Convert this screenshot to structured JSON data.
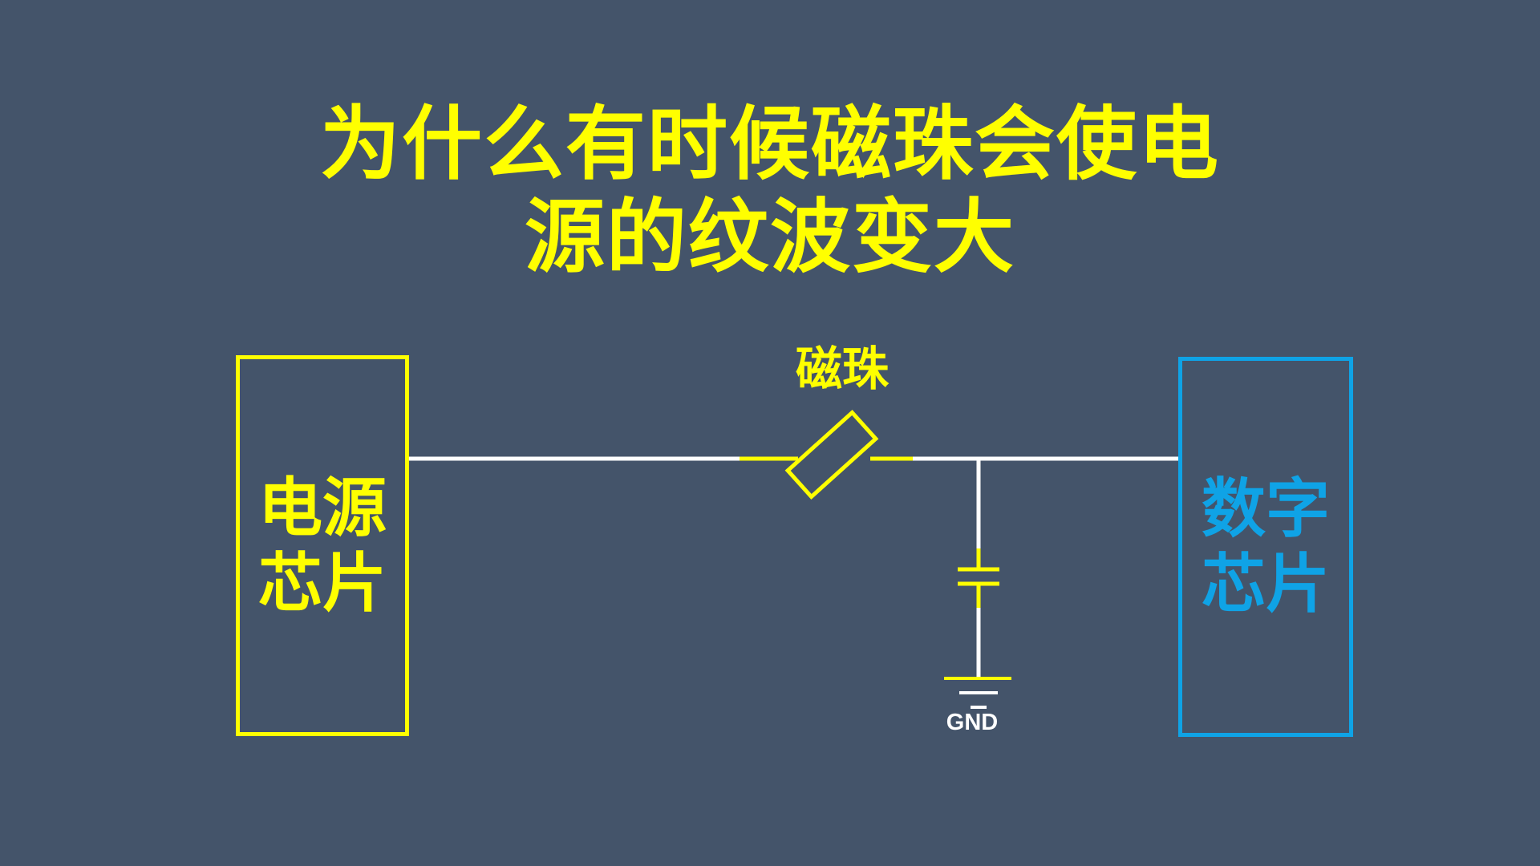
{
  "title": {
    "line1": "为什么有时候磁珠会使电",
    "line2": "源的纹波变大"
  },
  "components": {
    "power_chip": {
      "line1": "电源",
      "line2": "芯片"
    },
    "ferrite_bead": {
      "label": "磁珠"
    },
    "digital_chip": {
      "line1": "数字",
      "line2": "芯片"
    },
    "ground": {
      "label": "GND"
    }
  },
  "colors": {
    "background": "#44546a",
    "title": "#ffff00",
    "power_chip": "#ffff00",
    "digital_chip": "#0fa3e6",
    "wire": "#ffffff",
    "component": "#ffff00"
  }
}
